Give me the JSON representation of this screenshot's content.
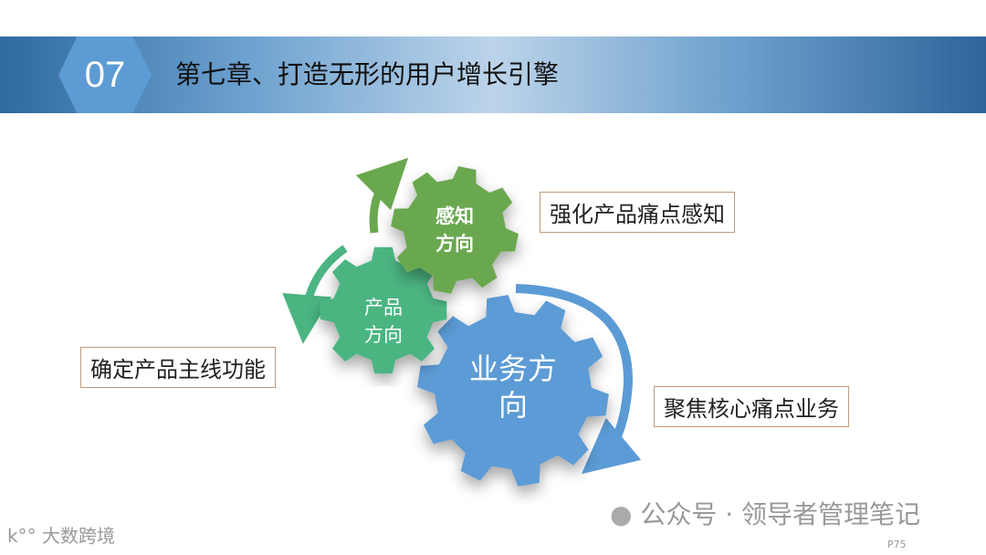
{
  "header": {
    "chapter_number": "07",
    "title": "第七章、打造无形的用户增长引擎"
  },
  "gears": [
    {
      "label": "感知\n方向",
      "color": "#6aa84f"
    },
    {
      "label": "产品\n方向",
      "color": "#4bb582"
    },
    {
      "label": "业务方\n向",
      "color": "#5b9bd5"
    }
  ],
  "callouts": {
    "perception": "强化产品痛点感知",
    "product": "确定产品主线功能",
    "business": "聚焦核心痛点业务"
  },
  "footer": {
    "wechat": "公众号 · 领导者管理笔记",
    "page": "P75",
    "logo_text": "大数跨境"
  }
}
